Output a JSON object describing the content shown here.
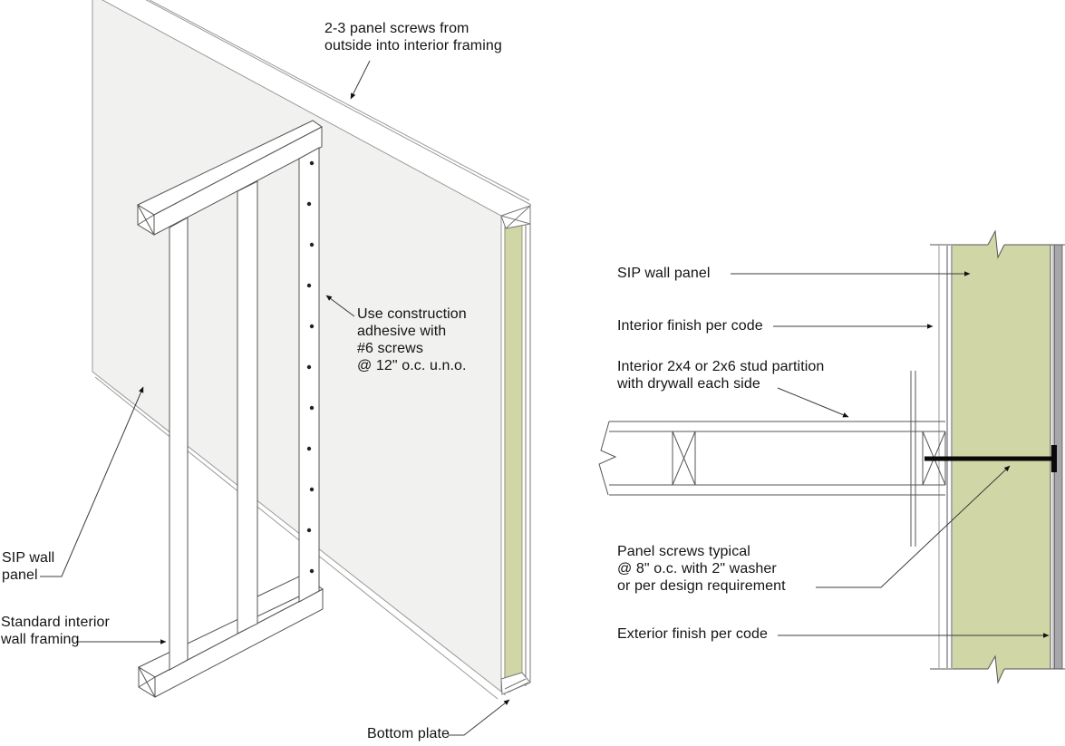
{
  "colors": {
    "foam_core_green": "#d0d6a6",
    "exterior_finish_gray": "#a7a7a9",
    "panel_face_gray": "#f1f1f0",
    "line_dark": "#555555",
    "background": "#ffffff"
  },
  "left_diagram": {
    "labels": {
      "panel_screws": "2-3 panel screws from\noutside into interior framing",
      "adhesive": "Use construction\nadhesive with\n#6 screws\n@ 12\" o.c. u.n.o.",
      "sip_wall_panel": "SIP wall\npanel",
      "standard_framing": "Standard interior\nwall framing",
      "bottom_plate": "Bottom plate"
    }
  },
  "right_diagram": {
    "labels": {
      "sip_wall_panel": "SIP wall panel",
      "interior_finish": "Interior finish per code",
      "partition": "Interior 2x4 or 2x6 stud partition\nwith drywall each side",
      "panel_screws": "Panel screws typical\n@ 8\" o.c. with 2\" washer\nor per design requirement",
      "exterior_finish": "Exterior finish per code"
    }
  }
}
